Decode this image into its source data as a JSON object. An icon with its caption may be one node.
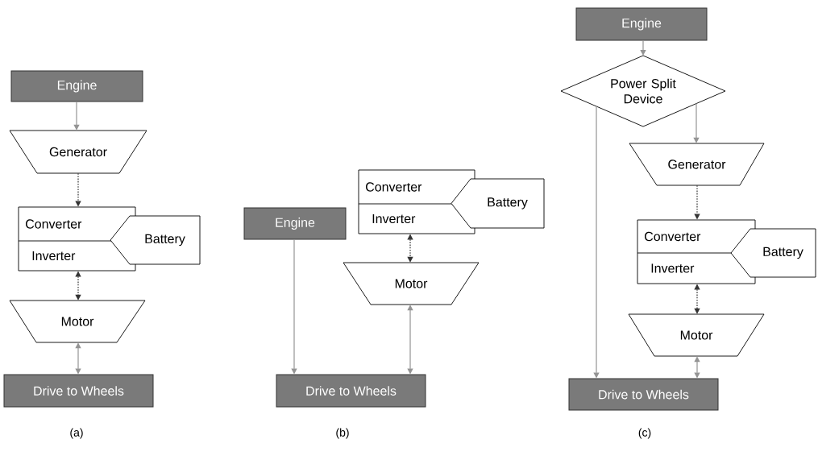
{
  "diagram": {
    "nodes": [
      {
        "text": [
          "Engine"
        ]
      },
      {
        "text": [
          "Generator"
        ]
      },
      {
        "text": [
          "Converter",
          "Inverter"
        ]
      },
      {
        "text": [
          "Battery"
        ]
      },
      {
        "text": [
          "Motor"
        ]
      },
      {
        "text": [
          "Drive to Wheels"
        ]
      },
      {
        "text": [
          "Engine"
        ]
      },
      {
        "text": [
          "Converter",
          "Inverter"
        ]
      },
      {
        "text": [
          "Battery"
        ]
      },
      {
        "text": [
          "Motor"
        ]
      },
      {
        "text": [
          "Drive to Wheels"
        ]
      },
      {
        "text": [
          "Engine"
        ]
      },
      {
        "text": [
          "Power Split Device"
        ]
      },
      {
        "text": [
          "Generator"
        ]
      },
      {
        "text": [
          "Converter",
          "Inverter"
        ]
      },
      {
        "text": [
          "Battery"
        ]
      },
      {
        "text": [
          "Motor"
        ]
      },
      {
        "text": [
          "Drive to Wheels"
        ]
      }
    ],
    "edges": [
      {
        "from": 0,
        "to": 1,
        "arrow": "to"
      },
      {
        "from": 1,
        "to": 2,
        "arrow": "to",
        "style": "dashed",
        "color": "#333333"
      },
      {
        "from": 2,
        "to": 4,
        "arrow": "both",
        "style": "dashed",
        "color": "#333333"
      },
      {
        "from": 4,
        "to": 5,
        "arrow": "both"
      },
      {
        "from": 6,
        "to": 10,
        "arrow": "to"
      },
      {
        "from": 7,
        "to": 9,
        "arrow": "both",
        "style": "dashed",
        "color": "#333333"
      },
      {
        "from": 9,
        "to": 10,
        "arrow": "both"
      },
      {
        "from": 11,
        "to": 12,
        "arrow": "to"
      },
      {
        "from": 12,
        "to": 17,
        "arrow": "to"
      },
      {
        "from": 12,
        "to": 13,
        "arrow": "to"
      },
      {
        "from": 13,
        "to": 14,
        "arrow": "to",
        "style": "dashed",
        "color": "#333333"
      },
      {
        "from": 14,
        "to": 16,
        "arrow": "both",
        "style": "dashed",
        "color": "#333333"
      },
      {
        "from": 16,
        "to": 17,
        "arrow": "both"
      }
    ],
    "labels": [
      "(a)",
      "(b)",
      "(c)"
    ]
  }
}
